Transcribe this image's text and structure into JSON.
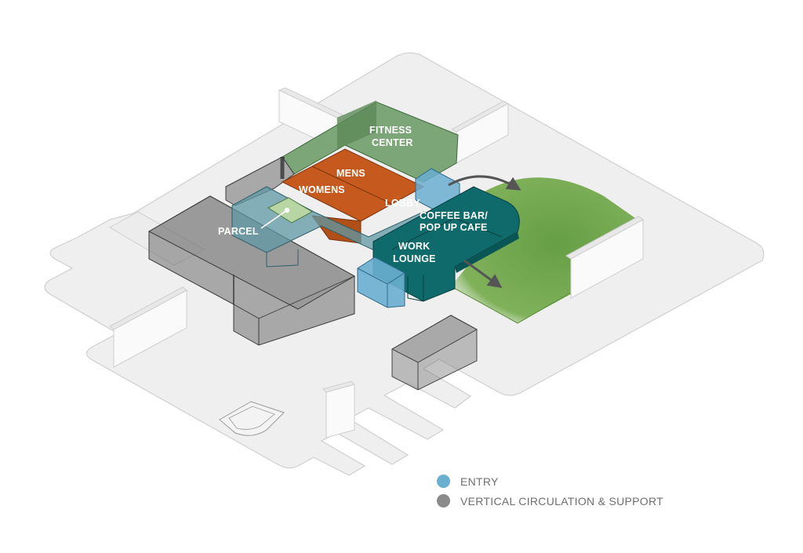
{
  "labels": {
    "fitness_line1": "FITNESS",
    "fitness_line2": "CENTER",
    "mens": "MENS",
    "womens": "WOMENS",
    "lobby": "LOBBY",
    "coffee_line1": "COFFEE BAR/",
    "coffee_line2": "POP UP CAFE",
    "work_line1": "WORK",
    "work_line2": "LOUNGE",
    "parcel": "PARCEL"
  },
  "legend": {
    "items": [
      {
        "label": "ENTRY",
        "color": "#6aaed0"
      },
      {
        "label": "VERTICAL CIRCULATION & SUPPORT",
        "color": "#8a8a8a"
      }
    ]
  },
  "colors": {
    "slab": "#efefef",
    "slab_edge": "#c8c8c8",
    "fitness": "#6f9d6a",
    "restrooms": "#c65a1e",
    "lobby": "#5f98a4",
    "cafe": "#0f6b6b",
    "lawn": "#6da046",
    "entry": "#6aaed0",
    "support": "#6d6d6d"
  }
}
